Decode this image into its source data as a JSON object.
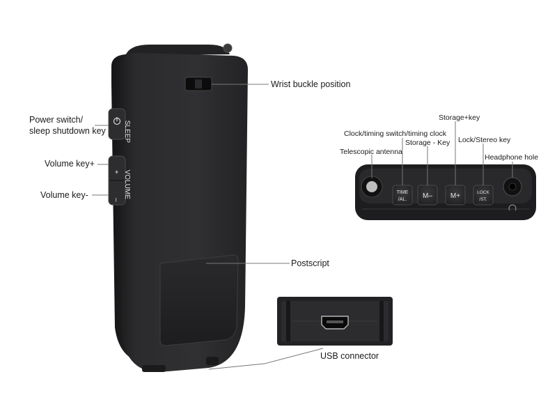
{
  "labels": {
    "wrist_buckle": "Wrist buckle position",
    "power_switch_line1": "Power switch/",
    "power_switch_line2": "sleep shutdown key",
    "volume_up": "Volume key+",
    "volume_down": "Volume key-",
    "postscript": "Postscript",
    "usb_connector": "USB connector",
    "storage_plus": "Storage+key",
    "clock_timing": "Clock/timing switch/timing clock",
    "storage_minus": "Storage - Key",
    "lock_stereo": "Lock/Stereo key",
    "telescopic_antenna": "Telescopic antenna",
    "headphone_hole": "Headphone hole"
  },
  "device_text": {
    "sleep": "SLEEP",
    "volume": "VOLUME",
    "plus": "+",
    "minus": "–",
    "time_l1": "TIME",
    "time_l2": "/AL.",
    "m_minus": "M–",
    "m_plus": "M+",
    "lock_l1": "LOCK",
    "lock_l2": "/ST."
  }
}
